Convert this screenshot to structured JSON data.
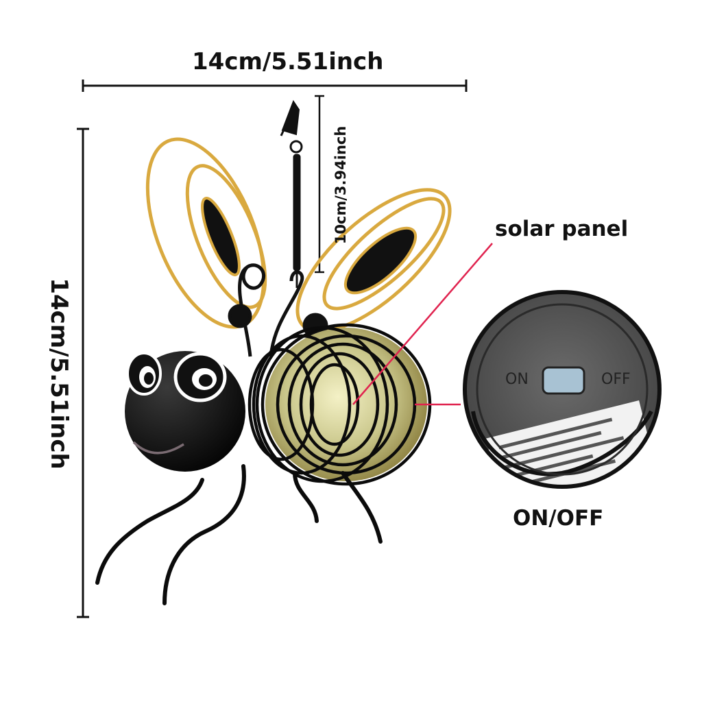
{
  "dimensions": {
    "width": "14cm/5.51inch",
    "height": "14cm/5.51inch",
    "hanger": "10cm/3.94inch"
  },
  "callouts": {
    "solar_panel": "solar panel",
    "switch": "ON/OFF"
  },
  "switch_panel": {
    "on_label": "ON",
    "off_label": "OFF"
  },
  "colors": {
    "dimension_lines": "#111111",
    "callout_line": "#e0234f",
    "bee_body": "#0b0b0b",
    "wings": "#d9a93f",
    "glass_body": "#c9c68a"
  }
}
